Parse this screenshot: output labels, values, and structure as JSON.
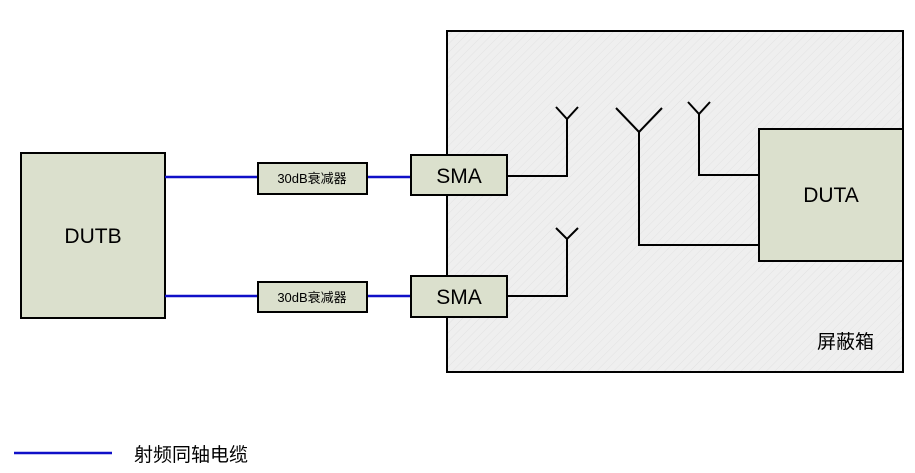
{
  "diagram": {
    "shield_box": {
      "label": "屏蔽箱"
    },
    "dut_a": {
      "label": "DUTA"
    },
    "dut_b": {
      "label": "DUTB"
    },
    "attenuator_top": {
      "label": "30dB衰减器"
    },
    "attenuator_bottom": {
      "label": "30dB衰减器"
    },
    "sma_top": {
      "label": "SMA"
    },
    "sma_bottom": {
      "label": "SMA"
    },
    "legend": {
      "label": "射频同轴电缆"
    }
  },
  "colors": {
    "box_fill": "#dbe0cd",
    "shield_fill": "#efefef",
    "rf_cable": "#1010c8",
    "wire": "#000000"
  }
}
